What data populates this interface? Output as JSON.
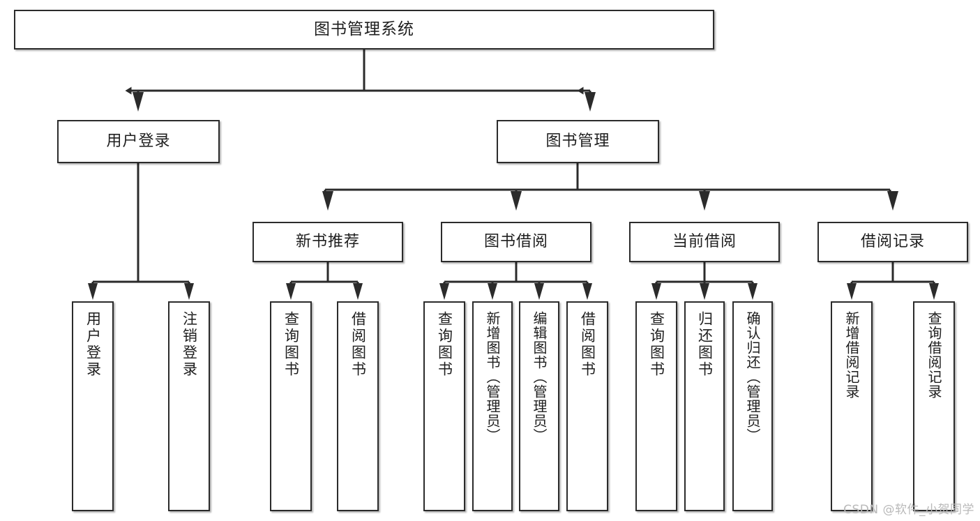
{
  "diagram": {
    "title": "图书管理系统",
    "type": "tree-hierarchy-chart",
    "watermark": "CSDN @软件_小贺同学",
    "stroke_color": "#2b2b2b",
    "fill_color": "#ffffff",
    "text_color": "#1e1e1e"
  },
  "nodes": {
    "root": {
      "label": "图书管理系统"
    },
    "level2": [
      {
        "id": "user-login",
        "label": "用户登录"
      },
      {
        "id": "book-management",
        "label": "图书管理"
      }
    ],
    "level3": [
      {
        "id": "new-book-recommend",
        "label": "新书推荐"
      },
      {
        "id": "book-borrow",
        "label": "图书借阅"
      },
      {
        "id": "current-borrow",
        "label": "当前借阅"
      },
      {
        "id": "borrow-record",
        "label": "借阅记录"
      }
    ],
    "leaves": {
      "user_login": [
        {
          "id": "leaf-user-login",
          "label": "用户登录"
        },
        {
          "id": "leaf-logout-login",
          "label": "注销登录"
        }
      ],
      "new_book_recommend": [
        {
          "id": "leaf-query-book-1",
          "label": "查询图书"
        },
        {
          "id": "leaf-borrow-book-1",
          "label": "借阅图书"
        }
      ],
      "book_borrow": [
        {
          "id": "leaf-query-book-2",
          "label": "查询图书"
        },
        {
          "id": "leaf-add-book",
          "label": "新增图书（管理员）"
        },
        {
          "id": "leaf-edit-book",
          "label": "编辑图书（管理员）"
        },
        {
          "id": "leaf-borrow-book-2",
          "label": "借阅图书"
        }
      ],
      "current_borrow": [
        {
          "id": "leaf-query-book-3",
          "label": "查询图书"
        },
        {
          "id": "leaf-return-book",
          "label": "归还图书"
        },
        {
          "id": "leaf-confirm-return",
          "label": "确认归还（管理员）"
        }
      ],
      "borrow_record": [
        {
          "id": "leaf-add-record",
          "label": "新增借阅记录"
        },
        {
          "id": "leaf-query-record",
          "label": "查询借阅记录"
        }
      ]
    }
  }
}
